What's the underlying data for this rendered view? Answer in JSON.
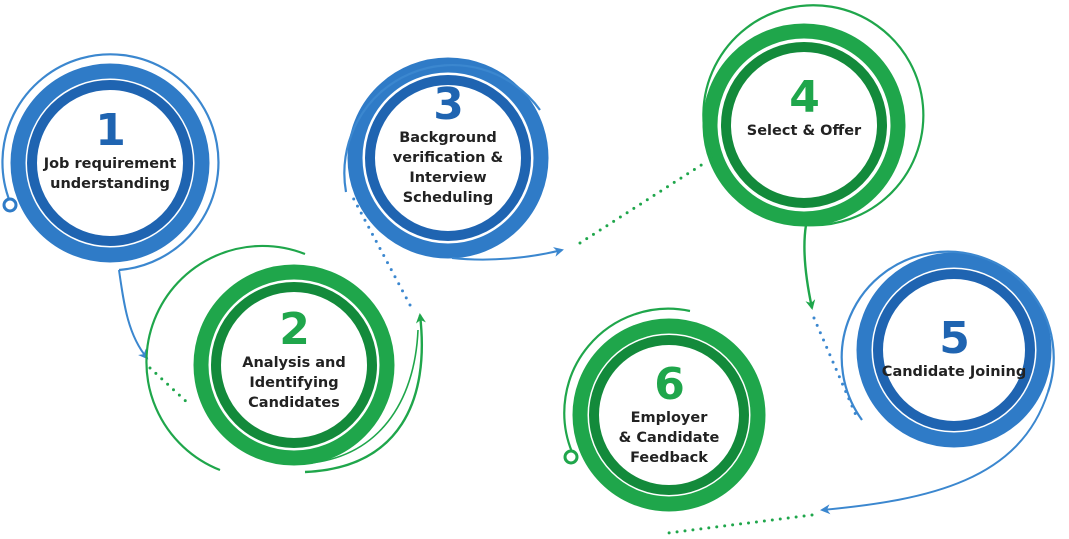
{
  "colors": {
    "blue": "#2f7bc7",
    "blue_dark": "#1f64b1",
    "blue_light": "#4d92d3",
    "green": "#1fa64b",
    "green_dark": "#138a3b",
    "green_light": "#33bd5e",
    "text": "#222222"
  },
  "steps": [
    {
      "number": "1",
      "lines": [
        "Job requirement",
        "understanding"
      ],
      "color": "blue"
    },
    {
      "number": "2",
      "lines": [
        "Analysis and",
        "Identifying",
        "Candidates"
      ],
      "color": "green"
    },
    {
      "number": "3",
      "lines": [
        "Background",
        "verification &",
        "Interview",
        "Scheduling"
      ],
      "color": "blue"
    },
    {
      "number": "4",
      "lines": [
        "Select & Offer"
      ],
      "color": "green"
    },
    {
      "number": "5",
      "lines": [
        "Candidate Joining"
      ],
      "color": "blue"
    },
    {
      "number": "6",
      "lines": [
        "Employer",
        "& Candidate",
        "Feedback"
      ],
      "color": "green"
    }
  ]
}
